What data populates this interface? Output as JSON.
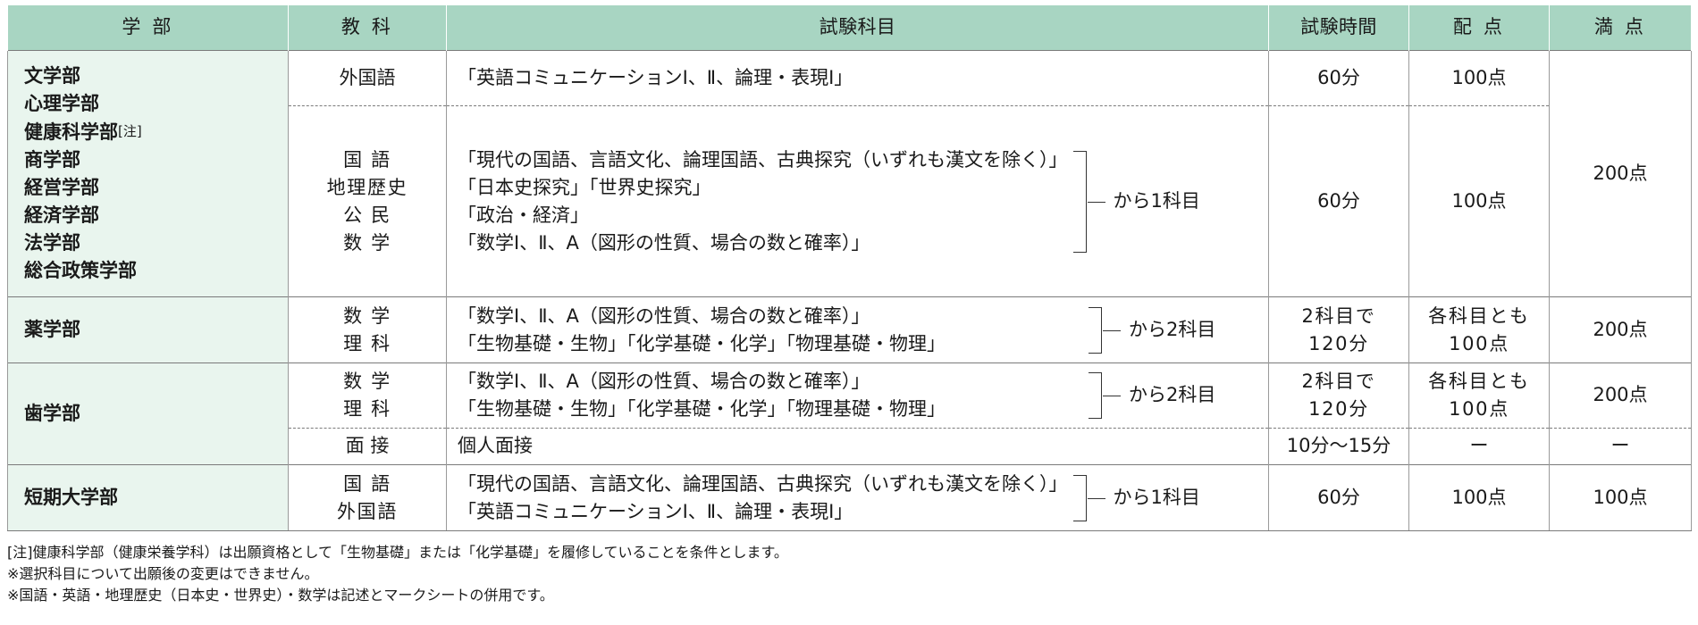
{
  "headers": {
    "department": "学 部",
    "subject": "教 科",
    "exam_subjects": "試験科目",
    "exam_time": "試験時間",
    "points": "配 点",
    "full_score": "満 点"
  },
  "group1": {
    "departments": [
      "文学部",
      "心理学部",
      "健康科学部",
      "商学部",
      "経営学部",
      "経済学部",
      "法学部",
      "総合政策学部"
    ],
    "note_tag": "[注]",
    "row1": {
      "subject": "外国語",
      "item": "「英語コミュニケーションⅠ、Ⅱ、論理・表現Ⅰ」",
      "time": "60分",
      "points": "100点"
    },
    "row2": {
      "subjects": [
        "国 語",
        "地理歴史",
        "公 民",
        "数 学"
      ],
      "items": [
        "「現代の国語、言語文化、論理国語、古典探究（いずれも漢文を除く）」",
        "「日本史探究」「世界史探究」",
        "「政治・経済」",
        "「数学Ⅰ、Ⅱ、A（図形の性質、場合の数と確率）」"
      ],
      "choice": "から1科目",
      "time": "60分",
      "points": "100点"
    },
    "full_score": "200点"
  },
  "group2": {
    "department": "薬学部",
    "subjects": [
      "数 学",
      "理 科"
    ],
    "items": [
      "「数学Ⅰ、Ⅱ、A（図形の性質、場合の数と確率）」",
      "「生物基礎・生物」「化学基礎・化学」「物理基礎・物理」"
    ],
    "choice": "から2科目",
    "time": [
      "2科目で",
      "120分"
    ],
    "points": [
      "各科目とも",
      "100点"
    ],
    "full_score": "200点"
  },
  "group3": {
    "department": "歯学部",
    "row1": {
      "subjects": [
        "数 学",
        "理 科"
      ],
      "items": [
        "「数学Ⅰ、Ⅱ、A（図形の性質、場合の数と確率）」",
        "「生物基礎・生物」「化学基礎・化学」「物理基礎・物理」"
      ],
      "choice": "から2科目",
      "time": [
        "2科目で",
        "120分"
      ],
      "points": [
        "各科目とも",
        "100点"
      ],
      "full_score": "200点"
    },
    "row2": {
      "subject": "面 接",
      "item": "個人面接",
      "time": "10分～15分",
      "points": "ー",
      "full_score": "ー"
    }
  },
  "group4": {
    "department": "短期大学部",
    "subjects": [
      "国 語",
      "外国語"
    ],
    "items": [
      "「現代の国語、言語文化、論理国語、古典探究（いずれも漢文を除く）」",
      "「英語コミュニケーションⅠ、Ⅱ、論理・表現Ⅰ」"
    ],
    "choice": "から1科目",
    "time": "60分",
    "points": "100点",
    "full_score": "100点"
  },
  "notes": [
    "[注]健康科学部（健康栄養学科）は出願資格として「生物基礎」または「化学基礎」を履修していることを条件とします。",
    "※選択科目について出願後の変更はできません。",
    "※国語・英語・地理歴史（日本史・世界史）・数学は記述とマークシートの併用です。"
  ]
}
